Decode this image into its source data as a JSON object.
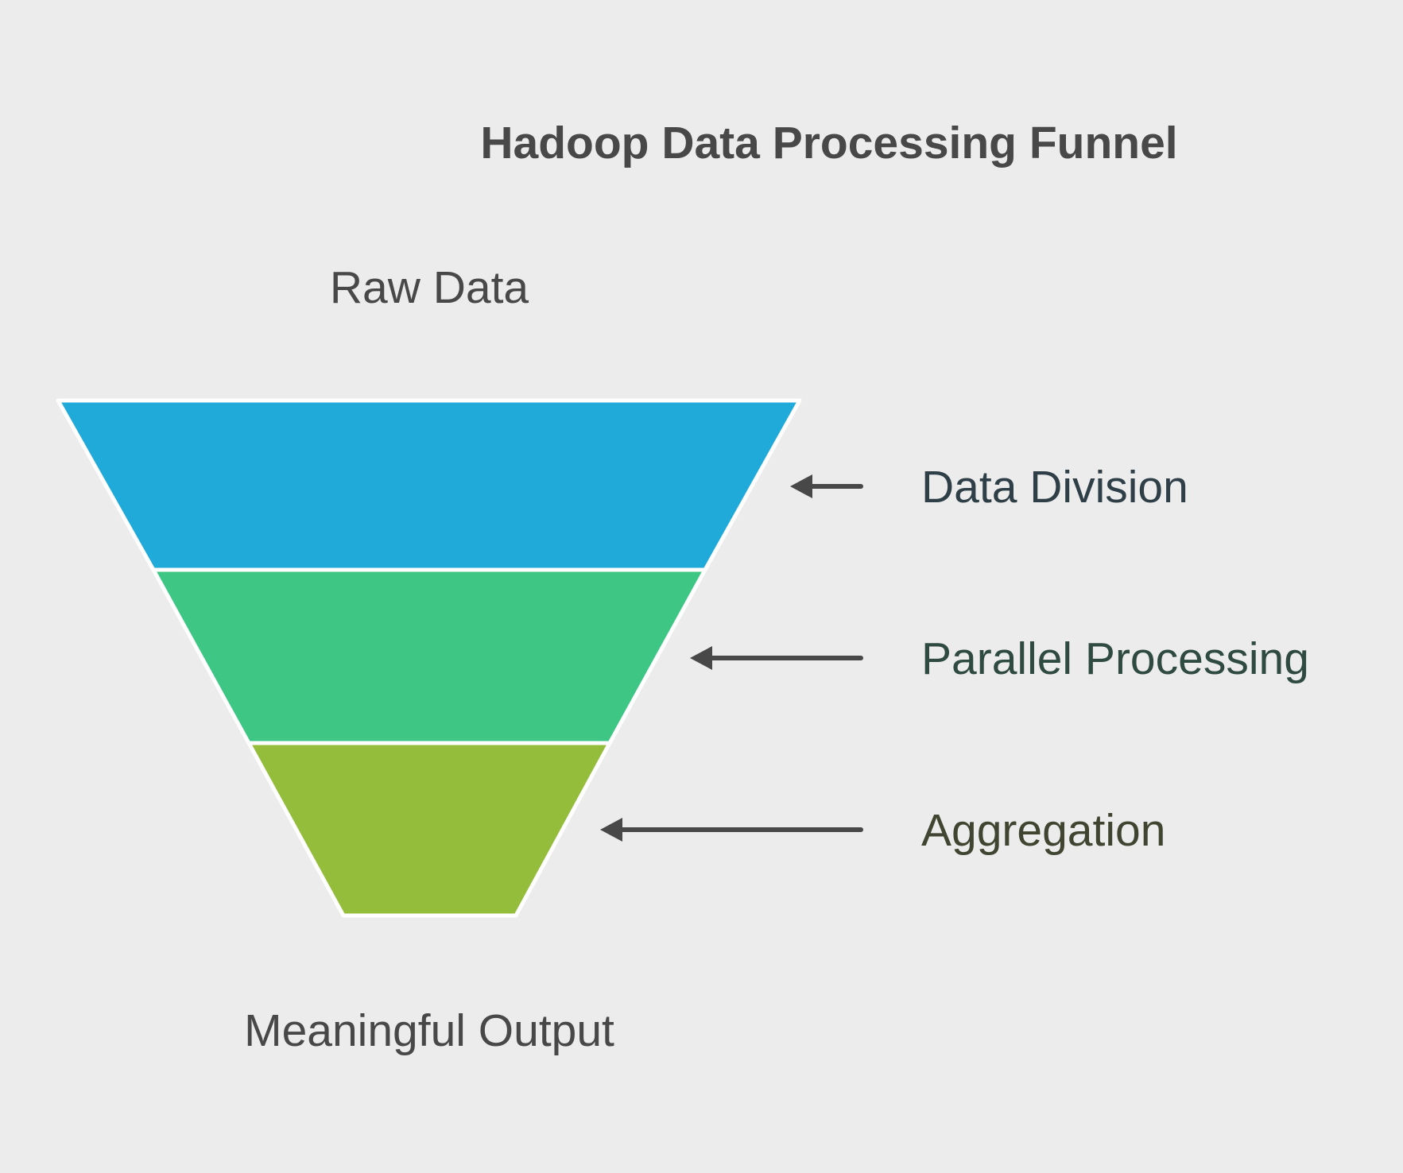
{
  "title": "Hadoop Data Processing Funnel",
  "input_label": "Raw Data",
  "output_label": "Meaningful Output",
  "stages": [
    {
      "label": "Data Division",
      "color": "#1faad9",
      "label_color": "#2f3f48"
    },
    {
      "label": "Parallel Processing",
      "color": "#3ec685",
      "label_color": "#2f4a40"
    },
    {
      "label": "Aggregation",
      "color": "#93bd3a",
      "label_color": "#3f4530"
    }
  ],
  "colors": {
    "background": "#ececec",
    "text": "#484848",
    "arrow": "#484848",
    "stage_border": "#ffffff"
  }
}
